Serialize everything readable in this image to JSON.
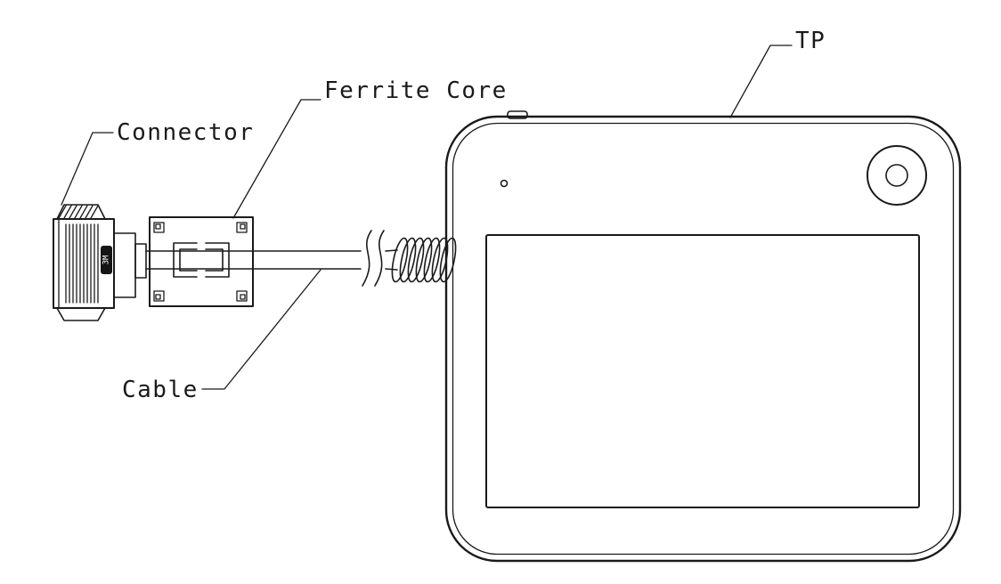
{
  "diagram": {
    "type": "technical-line-drawing",
    "labels": {
      "connector": "Connector",
      "ferrite_core": "Ferrite Core",
      "cable": "Cable",
      "tp": "TP"
    },
    "connector_marking": "3M",
    "colors": {
      "line": "#1a1a1a",
      "background": "#ffffff"
    }
  }
}
